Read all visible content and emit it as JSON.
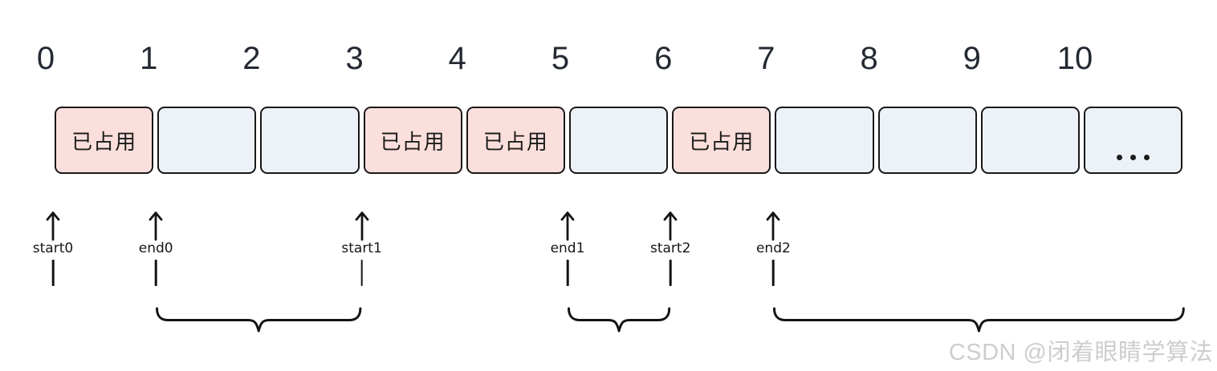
{
  "diagram": {
    "description": "memory-allocation-intervals",
    "scale_labels": [
      "0",
      "1",
      "2",
      "3",
      "4",
      "5",
      "6",
      "7",
      "8",
      "9",
      "10"
    ],
    "occupied_label": "已占用",
    "ellipsis_label": "•••",
    "cells": [
      {
        "index": 0,
        "state": "occupied"
      },
      {
        "index": 1,
        "state": "free"
      },
      {
        "index": 2,
        "state": "free"
      },
      {
        "index": 3,
        "state": "occupied"
      },
      {
        "index": 4,
        "state": "occupied"
      },
      {
        "index": 5,
        "state": "free"
      },
      {
        "index": 6,
        "state": "occupied"
      },
      {
        "index": 7,
        "state": "free"
      },
      {
        "index": 8,
        "state": "free"
      },
      {
        "index": 9,
        "state": "free"
      },
      {
        "index": 10,
        "state": "ellipsis"
      }
    ],
    "pointers": [
      {
        "label": "start0",
        "boundary": 0
      },
      {
        "label": "end0",
        "boundary": 1
      },
      {
        "label": "start1",
        "boundary": 3
      },
      {
        "label": "end1",
        "boundary": 5
      },
      {
        "label": "start2",
        "boundary": 6
      },
      {
        "label": "end2",
        "boundary": 7
      }
    ],
    "braces": [
      {
        "from_boundary": 1,
        "to_boundary": 3
      },
      {
        "from_boundary": 5,
        "to_boundary": 6
      },
      {
        "from_boundary": 7,
        "to_boundary": 11
      }
    ],
    "colors": {
      "occupied_fill": "#fbdfdc",
      "free_fill": "#edf2f9",
      "cell_border": "#181818",
      "ink": "#141414",
      "number_ink": "#242933",
      "watermark": "#cdcdcd"
    }
  },
  "watermark": {
    "text": "CSDN @闭着眼睛学算法"
  }
}
